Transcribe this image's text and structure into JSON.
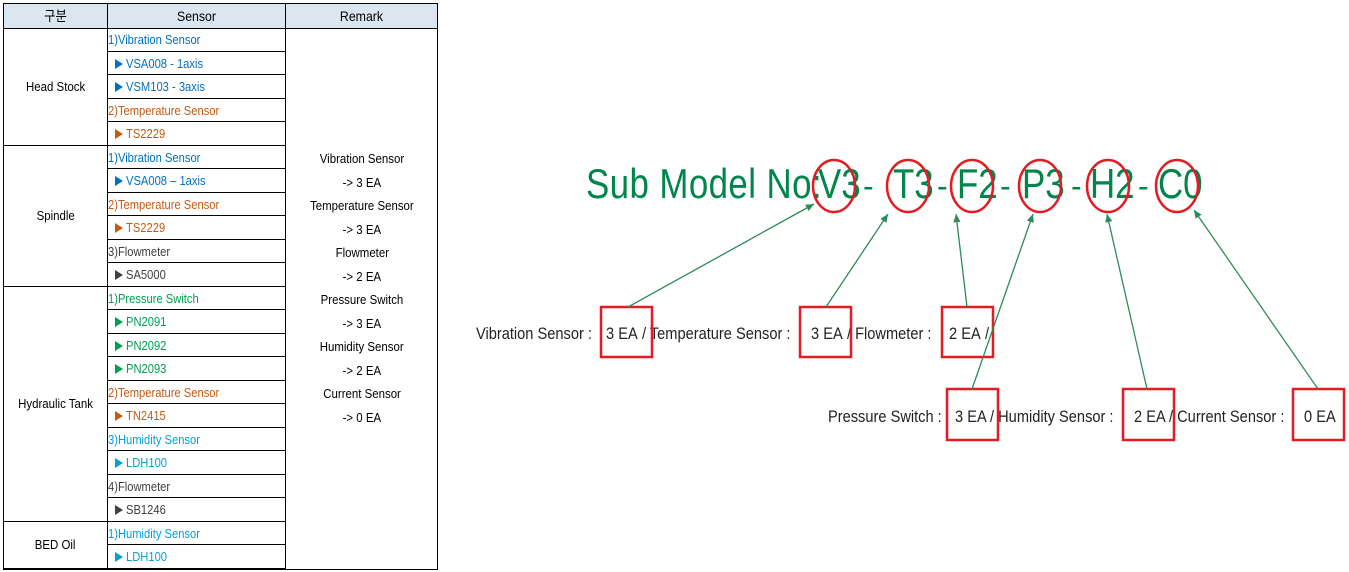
{
  "table": {
    "headers": [
      "구분",
      "Sensor",
      "Remark"
    ],
    "groups": [
      {
        "label": "Head Stock",
        "rows": [
          {
            "text": "1)Vibration Sensor",
            "kind": "main",
            "color": "#0070c0"
          },
          {
            "text": "VSA008 - 1axis",
            "kind": "sub",
            "color": "#0070c0"
          },
          {
            "text": "VSM103 - 3axis",
            "kind": "sub",
            "color": "#0070c0"
          },
          {
            "text": "2)Temperature Sensor",
            "kind": "main",
            "color": "#c55a11"
          },
          {
            "text": "TS2229",
            "kind": "sub",
            "color": "#c55a11"
          }
        ]
      },
      {
        "label": "Spindle",
        "rows": [
          {
            "text": "1)Vibration Sensor",
            "kind": "main",
            "color": "#0070c0"
          },
          {
            "text": "VSA008 – 1axis",
            "kind": "sub",
            "color": "#0070c0"
          },
          {
            "text": "2)Temperature Sensor",
            "kind": "main",
            "color": "#c55a11"
          },
          {
            "text": "TS2229",
            "kind": "sub",
            "color": "#c55a11"
          },
          {
            "text": "3)Flowmeter",
            "kind": "main",
            "color": "#404040"
          },
          {
            "text": "SA5000",
            "kind": "sub",
            "color": "#404040"
          }
        ]
      },
      {
        "label": "Hydraulic Tank",
        "rows": [
          {
            "text": "1)Pressure Switch",
            "kind": "main",
            "color": "#00a050"
          },
          {
            "text": "PN2091",
            "kind": "sub",
            "color": "#00a050"
          },
          {
            "text": "PN2092",
            "kind": "sub",
            "color": "#00a050"
          },
          {
            "text": "PN2093",
            "kind": "sub",
            "color": "#00a050"
          },
          {
            "text": "2)Temperature Sensor",
            "kind": "main",
            "color": "#c55a11"
          },
          {
            "text": "TN2415",
            "kind": "sub",
            "color": "#c55a11"
          },
          {
            "text": "3)Humidity Sensor",
            "kind": "main",
            "color": "#00a0d8"
          },
          {
            "text": "LDH100",
            "kind": "sub",
            "color": "#00a0d8"
          },
          {
            "text": "4)Flowmeter",
            "kind": "main",
            "color": "#404040"
          },
          {
            "text": "SB1246",
            "kind": "sub",
            "color": "#404040"
          }
        ]
      },
      {
        "label": "BED Oil",
        "rows": [
          {
            "text": "1)Humidity Sensor",
            "kind": "main",
            "color": "#00a0d8"
          },
          {
            "text": "LDH100",
            "kind": "sub",
            "color": "#00a0d8"
          }
        ]
      }
    ],
    "remark": [
      "Vibration Sensor",
      "-> 3 EA",
      "Temperature Sensor",
      "-> 3 EA",
      "Flowmeter",
      "-> 2 EA",
      "Pressure Switch",
      "-> 3 EA",
      "Humidity Sensor",
      "-> 2 EA",
      "Current Sensor",
      "-> 0 EA"
    ]
  },
  "diagram": {
    "title": "Sub Model No:",
    "codes": [
      "V3",
      "T3",
      "F2",
      "P3",
      "H2",
      "C0"
    ],
    "separator": "-",
    "line1": {
      "items": [
        {
          "label": "Vibration Sensor :",
          "value": "3 EA"
        },
        {
          "label": "/ Temperature Sensor :",
          "value": "3 EA"
        },
        {
          "label": "/ Flowmeter :",
          "value": "2 EA"
        },
        {
          "label": "/",
          "value": ""
        }
      ]
    },
    "line2": {
      "items": [
        {
          "label": "Pressure Switch :",
          "value": "3 EA"
        },
        {
          "label": "/ Humidity Sensor :",
          "value": "2 EA"
        },
        {
          "label": "/ Current Sensor :",
          "value": "0 EA"
        }
      ]
    },
    "colors": {
      "title": "#00854a",
      "circle": "#e31b23",
      "box": "#e31b23",
      "arrow": "#2e8b57"
    }
  }
}
